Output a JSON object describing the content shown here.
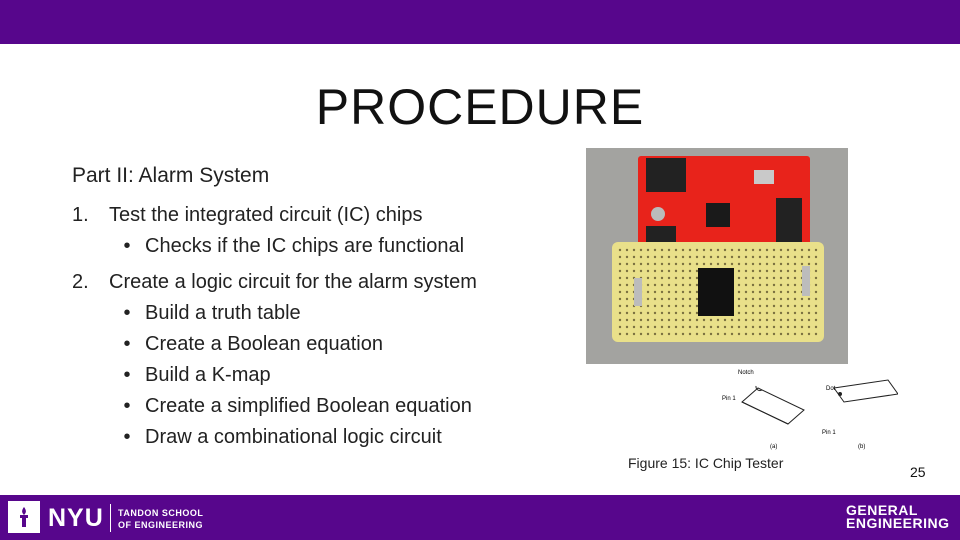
{
  "slide": {
    "title": "PROCEDURE",
    "section_title": "Part II: Alarm System",
    "items": [
      {
        "number": "1.",
        "text": "Test the integrated circuit (IC) chips",
        "subitems": [
          "Checks if the IC chips are functional"
        ]
      },
      {
        "number": "2.",
        "text": "Create a logic circuit for the alarm system",
        "subitems": [
          "Build a truth table",
          "Create a Boolean equation",
          "Build a K-map",
          "Create a simplified Boolean equation",
          "Draw a combinational logic circuit"
        ]
      }
    ],
    "bullet_symbol": "•",
    "figure_caption": "Figure 15: IC Chip Tester",
    "diagram_labels": {
      "notch": "Notch",
      "dot": "Dot",
      "pin1_a": "Pin 1",
      "pin1_b": "Pin 1",
      "a": "(a)",
      "b": "(b)"
    },
    "page_number": "25"
  },
  "footer": {
    "nyu": "NYU",
    "school_line1": "TANDON SCHOOL",
    "school_line2": "OF ENGINEERING",
    "dept_line1": "GENERAL",
    "dept_line2": "ENGINEERING"
  },
  "colors": {
    "brand_purple": "#57068c",
    "board_red": "#e8231b",
    "protoboard_yellow": "#e9e08a"
  },
  "icons": {
    "nyu_torch": "torch-icon"
  }
}
